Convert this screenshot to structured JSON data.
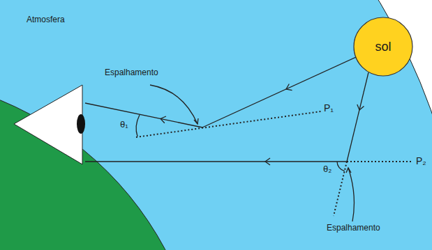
{
  "diagram": {
    "nodes": [
      {
        "text": [
          "sol"
        ]
      }
    ],
    "labels": [
      "Atmosfera",
      "Espalhamento",
      "P₁",
      "θ₁",
      "θ₂",
      "P₂",
      "Espalhamento"
    ]
  }
}
